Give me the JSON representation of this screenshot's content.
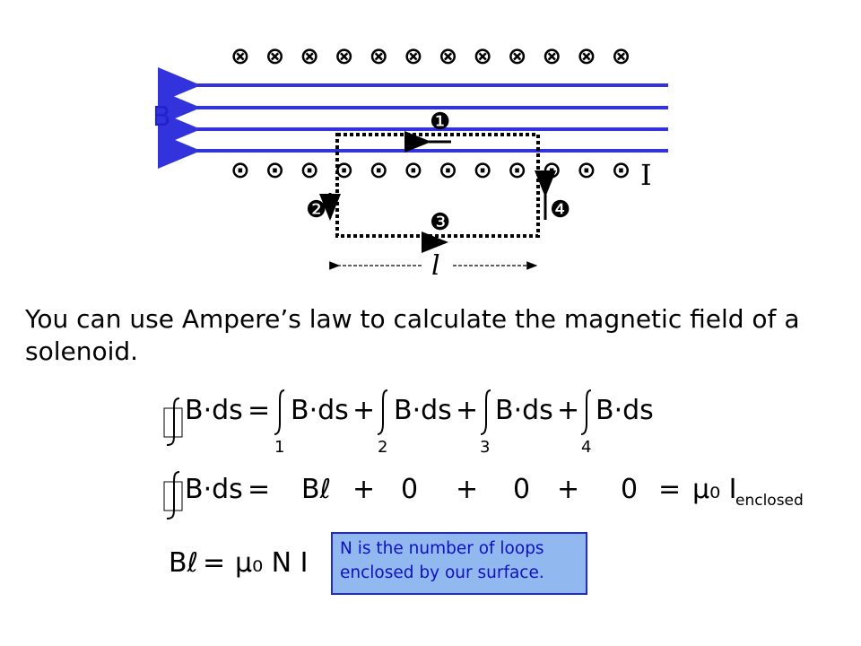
{
  "diagram": {
    "into_page_symbol": "⊗",
    "out_of_page_symbol": "⊙",
    "into_page_count": 12,
    "out_of_page_count": 12,
    "field_label": "B",
    "current_label": "I",
    "length_label": "l",
    "path_labels": [
      "❶",
      "❷",
      "❸",
      "❹"
    ],
    "colors": {
      "field_lines": "#3333dd",
      "loop": "#000000"
    }
  },
  "caption": "You can use Ampere’s law to calculate the magnetic field of a solenoid.",
  "equations": {
    "line1": {
      "integrand": "B·ds",
      "equals": "=",
      "plus": "+",
      "limits": [
        "1",
        "2",
        "3",
        "4"
      ]
    },
    "line2": {
      "lhs": "B·ds",
      "equals": "=",
      "terms": [
        "Bℓ",
        "+",
        "0",
        "+",
        "0",
        "+",
        "0",
        "=",
        "μ₀ I"
      ],
      "subscript": "enclosed"
    },
    "line3": {
      "lhs": "Bℓ",
      "equals": "=",
      "rhs": "μ₀ N I"
    }
  },
  "note": {
    "line1": "N is the number of loops",
    "line2": "enclosed by our surface.",
    "colors": {
      "background": "#92b8f0",
      "border": "#1f2bd0",
      "text": "#1010c0"
    }
  }
}
